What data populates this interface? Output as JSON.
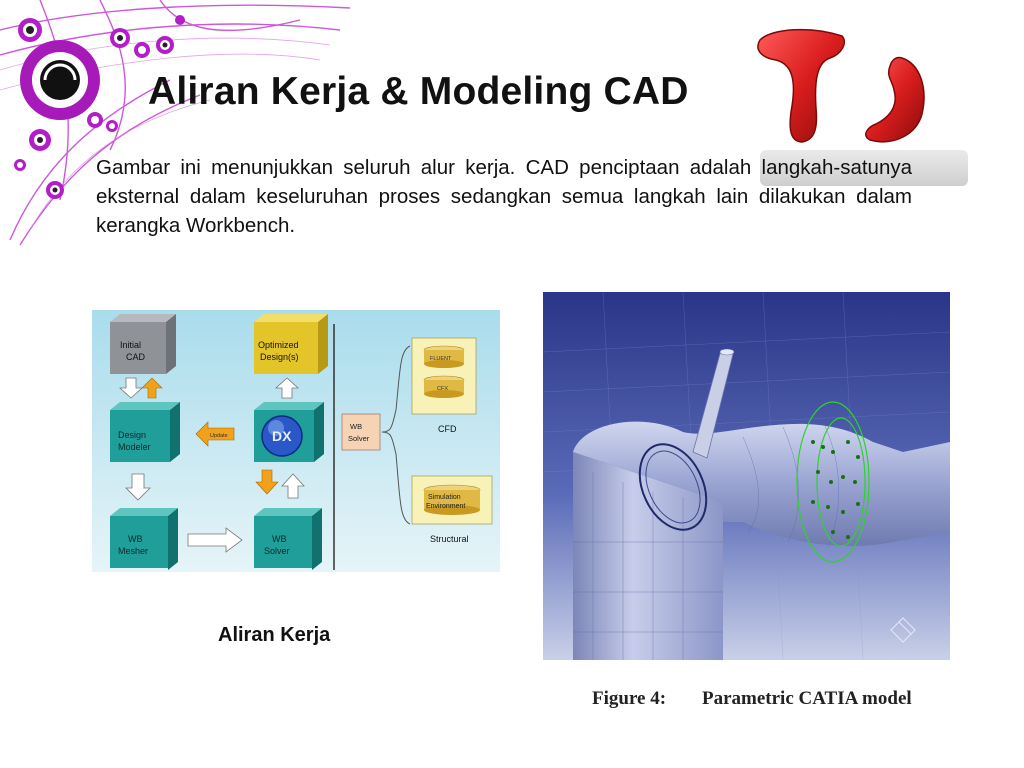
{
  "slide": {
    "title": "Aliran Kerja & Modeling CAD",
    "body": "Gambar ini menunjukkan seluruh alur kerja. CAD penciptaan adalah langkah-satunya eksternal dalam keseluruhan proses sedangkan semua langkah lain dilakukan dalam kerangka Workbench.",
    "workflow_caption": "Aliran Kerja",
    "figure_label": "Figure 4:",
    "figure_title": "Parametric CATIA model"
  },
  "workflow": {
    "initial_cad": [
      "Initial",
      "CAD"
    ],
    "optimized": [
      "Optimized",
      "Design(s)"
    ],
    "design_modeler": [
      "Design",
      "Modeler"
    ],
    "wb_mesher": [
      "WB",
      "Mesher"
    ],
    "wb_solver": [
      "WB",
      "Solver"
    ],
    "wb_solver_side": [
      "WB",
      "Solver"
    ],
    "update_label": "Update",
    "dx_label": "DX",
    "fluent": "FLUENT",
    "cfx": "CFX",
    "cfd": "CFD",
    "simulation": [
      "Simulation",
      "Environment"
    ],
    "structural": "Structural"
  },
  "colors": {
    "accent_purple": "#b21fc9",
    "teal_box": "#1f9e9a",
    "grey_box": "#8f9296",
    "yellow_box": "#e3c52a",
    "diagram_bg": "#bfe2ee",
    "model_bg": "#2d3a8c",
    "logo_red": "#d91d1d"
  }
}
